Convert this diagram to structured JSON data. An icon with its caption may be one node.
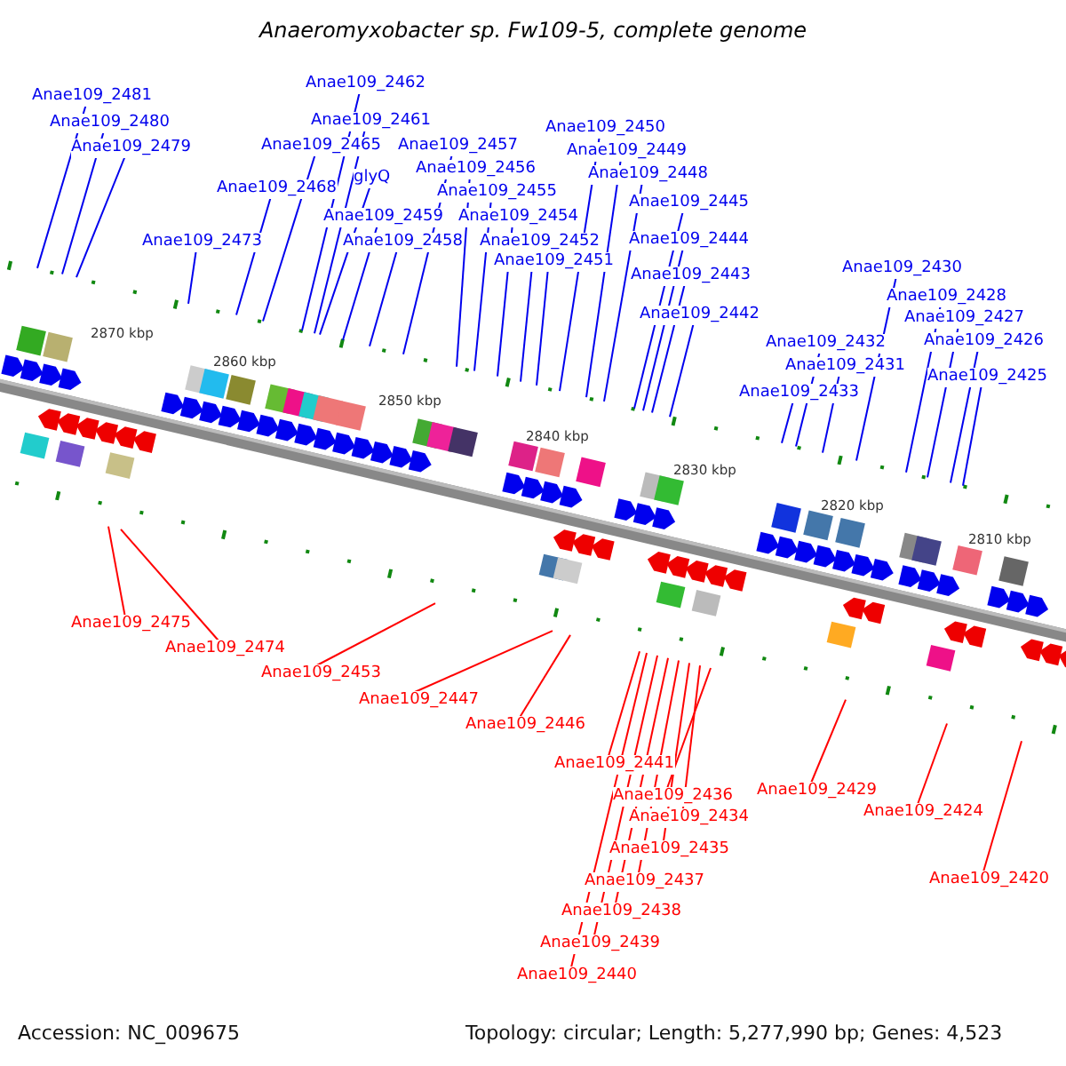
{
  "diagram": {
    "title": "Anaeromyxobacter sp. Fw109-5, complete genome",
    "nodes": [
      {
        "text": [
          "Anae109_2481"
        ]
      },
      {
        "text": [
          "Anae109_2480"
        ]
      },
      {
        "text": [
          "Anae109_2479"
        ]
      },
      {
        "text": [
          "Anae109_2462"
        ]
      },
      {
        "text": [
          "Anae109_2461"
        ]
      },
      {
        "text": [
          "Anae109_2465"
        ]
      },
      {
        "text": [
          "glyQ"
        ]
      },
      {
        "text": [
          "Anae109_2457"
        ]
      },
      {
        "text": [
          "Anae109_2450"
        ]
      },
      {
        "text": [
          "Anae109_2449"
        ]
      },
      {
        "text": [
          "Anae109_2448"
        ]
      },
      {
        "text": [
          "Anae109_2468"
        ]
      },
      {
        "text": [
          "Anae109_2456"
        ]
      },
      {
        "text": [
          "Anae109_2455"
        ]
      },
      {
        "text": [
          "Anae109_2473"
        ]
      },
      {
        "text": [
          "Anae109_2459"
        ]
      },
      {
        "text": [
          "Anae109_2454"
        ]
      },
      {
        "text": [
          "Anae109_2458"
        ]
      },
      {
        "text": [
          "Anae109_2452"
        ]
      },
      {
        "text": [
          "Anae109_2451"
        ]
      },
      {
        "text": [
          "Anae109_2445"
        ]
      },
      {
        "text": [
          "Anae109_2444"
        ]
      },
      {
        "text": [
          "Anae109_2443"
        ]
      },
      {
        "text": [
          "Anae109_2442"
        ]
      },
      {
        "text": [
          "Anae109_2430"
        ]
      },
      {
        "text": [
          "Anae109_2428"
        ]
      },
      {
        "text": [
          "Anae109_2427"
        ]
      },
      {
        "text": [
          "Anae109_2426"
        ]
      },
      {
        "text": [
          "Anae109_2432"
        ]
      },
      {
        "text": [
          "Anae109_2431"
        ]
      },
      {
        "text": [
          "Anae109_2433"
        ]
      },
      {
        "text": [
          "Anae109_2425"
        ]
      },
      {
        "text": [
          "Anae109_2475"
        ]
      },
      {
        "text": [
          "Anae109_2474"
        ]
      },
      {
        "text": [
          "Anae109_2453"
        ]
      },
      {
        "text": [
          "Anae109_2447"
        ]
      },
      {
        "text": [
          "Anae109_2446"
        ]
      },
      {
        "text": [
          "Anae109_2441"
        ]
      },
      {
        "text": [
          "Anae109_2436"
        ]
      },
      {
        "text": [
          "Anae109_2434"
        ]
      },
      {
        "text": [
          "Anae109_2435"
        ]
      },
      {
        "text": [
          "Anae109_2437"
        ]
      },
      {
        "text": [
          "Anae109_2438"
        ]
      },
      {
        "text": [
          "Anae109_2439"
        ]
      },
      {
        "text": [
          "Anae109_2440"
        ]
      },
      {
        "text": [
          "Anae109_2429"
        ]
      },
      {
        "text": [
          "Anae109_2424"
        ]
      },
      {
        "text": [
          "Anae109_2420"
        ]
      }
    ],
    "edges": [
      {
        "from": 0,
        "to": null,
        "arrow": "none"
      },
      {
        "from": 1,
        "to": null,
        "arrow": "none"
      },
      {
        "from": 2,
        "to": null,
        "arrow": "none"
      },
      {
        "from": 3,
        "to": null,
        "arrow": "none"
      },
      {
        "from": 4,
        "to": null,
        "arrow": "none"
      },
      {
        "from": 5,
        "to": null,
        "arrow": "none"
      },
      {
        "from": 6,
        "to": null,
        "arrow": "none"
      },
      {
        "from": 7,
        "to": null,
        "arrow": "none"
      },
      {
        "from": 8,
        "to": null,
        "arrow": "none"
      },
      {
        "from": 9,
        "to": null,
        "arrow": "none"
      },
      {
        "from": 10,
        "to": null,
        "arrow": "none"
      },
      {
        "from": 11,
        "to": null,
        "arrow": "none"
      },
      {
        "from": 12,
        "to": null,
        "arrow": "none"
      },
      {
        "from": 13,
        "to": null,
        "arrow": "none"
      },
      {
        "from": 14,
        "to": null,
        "arrow": "none"
      },
      {
        "from": 15,
        "to": null,
        "arrow": "none"
      },
      {
        "from": 16,
        "to": null,
        "arrow": "none"
      },
      {
        "from": 17,
        "to": null,
        "arrow": "none"
      },
      {
        "from": 18,
        "to": null,
        "arrow": "none"
      },
      {
        "from": 19,
        "to": null,
        "arrow": "none"
      },
      {
        "from": 20,
        "to": null,
        "arrow": "none"
      },
      {
        "from": 21,
        "to": null,
        "arrow": "none"
      },
      {
        "from": 22,
        "to": null,
        "arrow": "none"
      },
      {
        "from": 23,
        "to": null,
        "arrow": "none"
      },
      {
        "from": 24,
        "to": null,
        "arrow": "none"
      },
      {
        "from": 25,
        "to": null,
        "arrow": "none"
      },
      {
        "from": 26,
        "to": null,
        "arrow": "none"
      },
      {
        "from": 27,
        "to": null,
        "arrow": "none"
      },
      {
        "from": 28,
        "to": null,
        "arrow": "none"
      },
      {
        "from": 29,
        "to": null,
        "arrow": "none"
      },
      {
        "from": 30,
        "to": null,
        "arrow": "none"
      },
      {
        "from": 31,
        "to": null,
        "arrow": "none"
      },
      {
        "from": 32,
        "to": null,
        "arrow": "none",
        "color": "#ff0000"
      },
      {
        "from": 33,
        "to": null,
        "arrow": "none",
        "color": "#ff0000"
      },
      {
        "from": 34,
        "to": null,
        "arrow": "none",
        "color": "#ff0000"
      },
      {
        "from": 35,
        "to": null,
        "arrow": "none",
        "color": "#ff0000"
      },
      {
        "from": 36,
        "to": null,
        "arrow": "none",
        "color": "#ff0000"
      },
      {
        "from": 37,
        "to": null,
        "arrow": "none",
        "color": "#ff0000"
      },
      {
        "from": 38,
        "to": null,
        "arrow": "none",
        "color": "#ff0000"
      },
      {
        "from": 39,
        "to": null,
        "arrow": "none",
        "color": "#ff0000"
      },
      {
        "from": 40,
        "to": null,
        "arrow": "none",
        "color": "#ff0000"
      },
      {
        "from": 41,
        "to": null,
        "arrow": "none",
        "color": "#ff0000"
      },
      {
        "from": 42,
        "to": null,
        "arrow": "none",
        "color": "#ff0000"
      },
      {
        "from": 43,
        "to": null,
        "arrow": "none",
        "color": "#ff0000"
      },
      {
        "from": 44,
        "to": null,
        "arrow": "none",
        "color": "#ff0000"
      },
      {
        "from": 45,
        "to": null,
        "arrow": "none",
        "color": "#ff0000"
      },
      {
        "from": 46,
        "to": null,
        "arrow": "none",
        "color": "#ff0000"
      },
      {
        "from": 47,
        "to": null,
        "arrow": "none",
        "color": "#ff0000"
      }
    ],
    "labels": [
      "2870 kbp",
      "2860 kbp",
      "2850 kbp",
      "2840 kbp",
      "2830 kbp",
      "2820 kbp",
      "2810 kbp",
      "Accession: NC_009675",
      "Topology: circular; Length: 5,277,990 bp; Genes: 4,523"
    ]
  }
}
